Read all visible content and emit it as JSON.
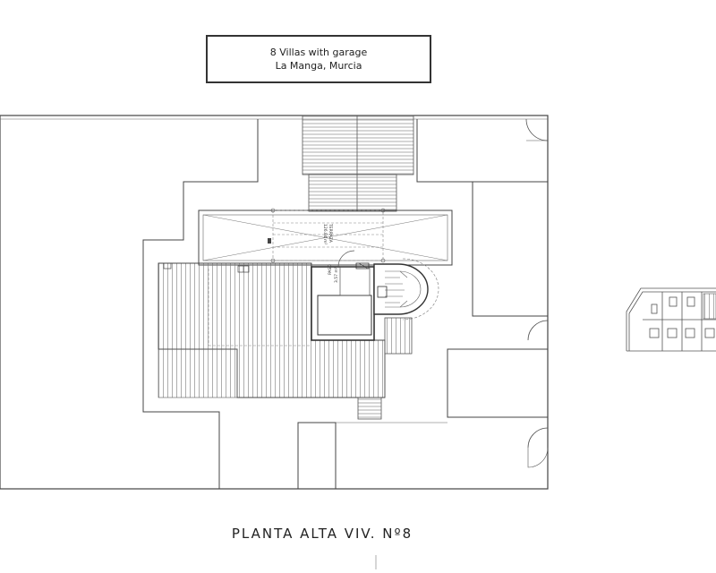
{
  "title_box": {
    "line1": "8 Villas with garage",
    "line2": "La Manga, Murcia"
  },
  "plan": {
    "caption": "PLANTA ALTA VIV. Nº8",
    "rooms": [
      {
        "name": "TERRAZA",
        "area": "126.84 m²"
      },
      {
        "name": "PASO",
        "area": "3.57 m²"
      }
    ]
  },
  "colors": {
    "line": "#333333",
    "hatch": "#7a7a7a",
    "background": "#ffffff"
  }
}
